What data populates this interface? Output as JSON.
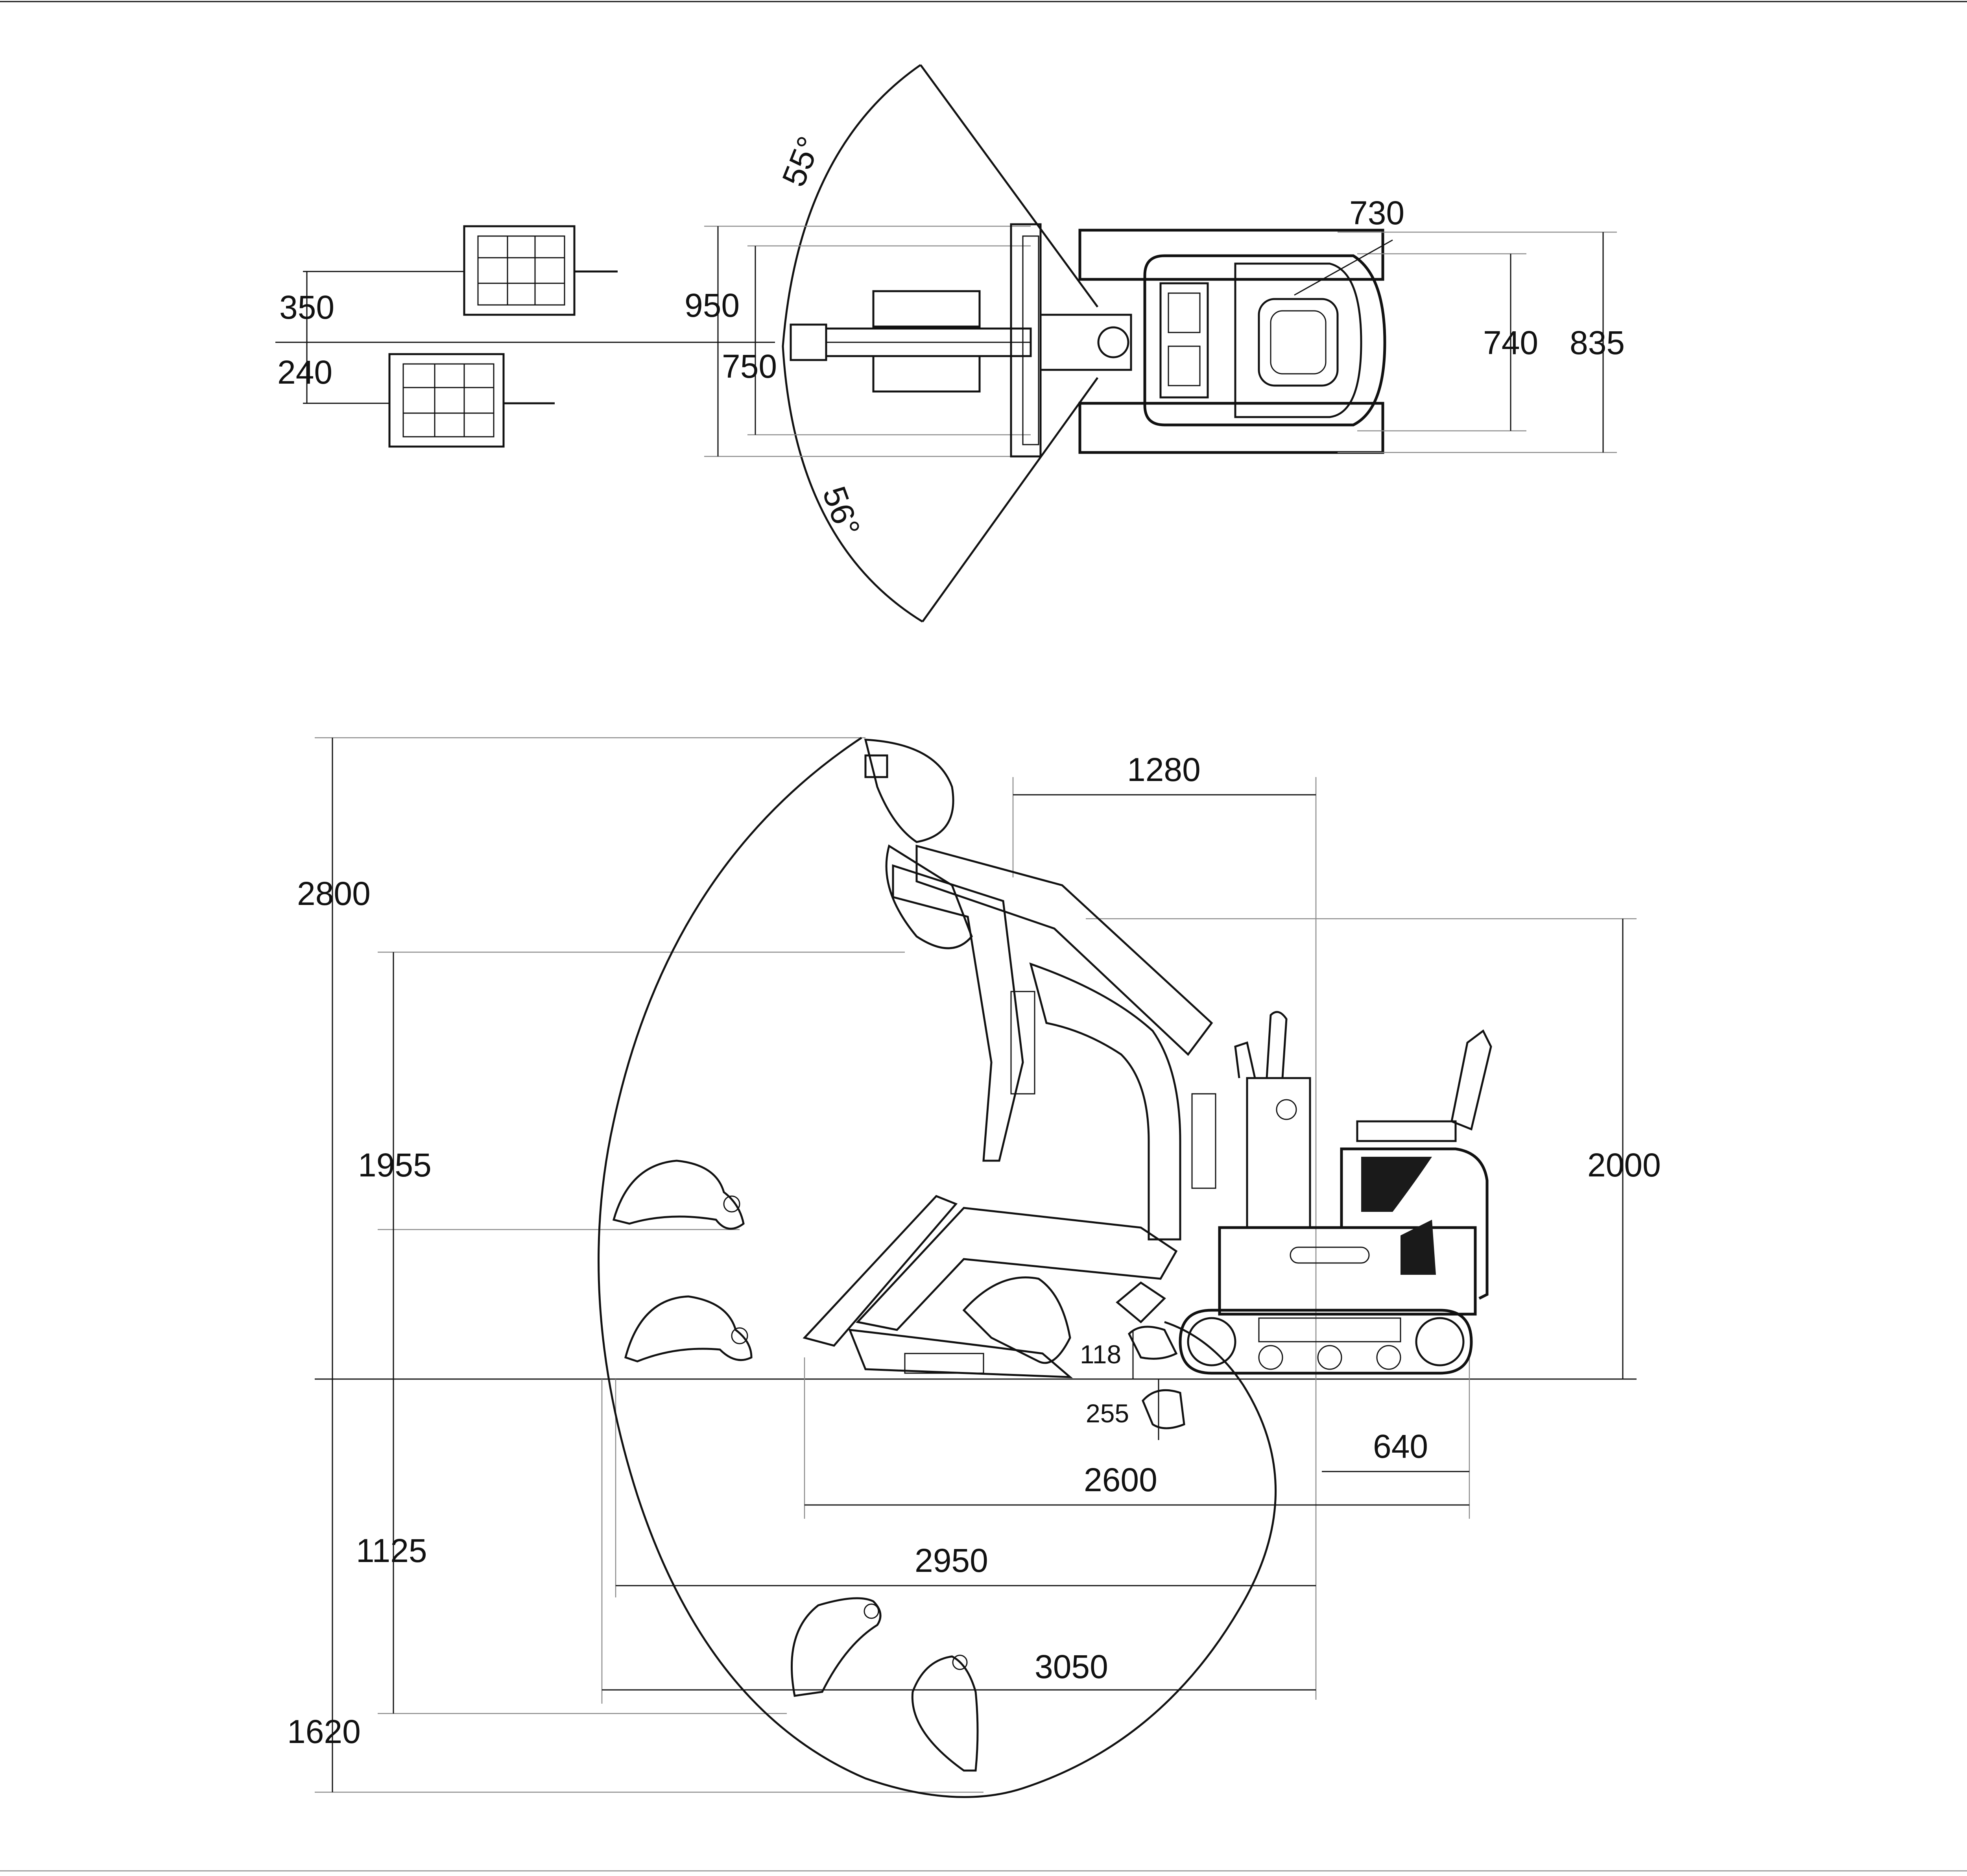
{
  "colors": {
    "ink": "#111111",
    "extension": "#8a8a8a",
    "background": "#ffffff"
  },
  "top_view": {
    "angles": {
      "upper": "55°",
      "lower": "56°"
    },
    "dims": {
      "bucket_offset_upper": "350",
      "bucket_offset_lower": "240",
      "blade_width": "950",
      "blade_inner": "750",
      "track_gauge": "730",
      "track_inner": "740",
      "track_outer": "835"
    }
  },
  "side_view": {
    "dims": {
      "max_reach_height": "2800",
      "max_dump_height": "1955",
      "max_dig_depth": "1125",
      "vertical_dig_depth": "1620",
      "boom_offset": "1280",
      "overall_height": "2000",
      "blade_lift": "118",
      "blade_drop": "255",
      "tail_radius": "640",
      "transport_length": "2600",
      "dig_reach_ground": "2950",
      "max_reach": "3050"
    }
  }
}
